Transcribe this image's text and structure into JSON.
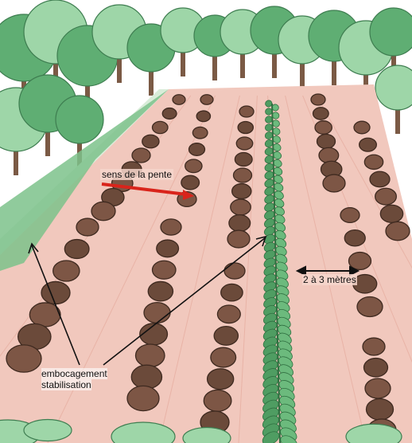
{
  "labels": {
    "slope": "sens de la pente",
    "spacing": "2 à 3 mètres",
    "embocagement": "embocagement",
    "stabilisation": "stabilisation"
  },
  "colors": {
    "field": "#f1c8bd",
    "field_stripe": "#e3a698",
    "tree_foliage": "#5fae73",
    "tree_light": "#9ed6a8",
    "trunk": "#7b5a45",
    "stone": "#6b4a3a",
    "stone_dark": "#3f2a20",
    "hedge": "#4f9d62",
    "slope_arrow": "#d9241b",
    "ink": "#111111"
  },
  "icons": {
    "slope_arrow": "red-arrow-icon",
    "spacing_arrow": "double-arrow-icon"
  }
}
